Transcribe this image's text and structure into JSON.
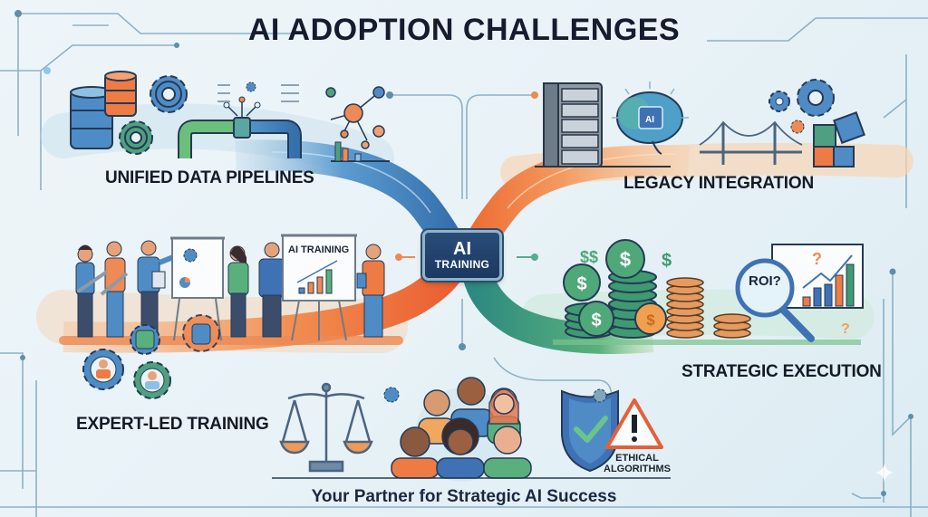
{
  "title": "AI ADOPTION CHALLENGES",
  "hub": {
    "line1": "AI",
    "line2": "TRAINING"
  },
  "quadrants": {
    "top_left": {
      "label": "UNIFIED DATA PIPELINES",
      "icons": [
        "database-icon",
        "gear-icon",
        "pipe-icon",
        "network-graph-icon",
        "bar-chart-icon"
      ]
    },
    "top_right": {
      "label": "LEGACY INTEGRATION",
      "icons": [
        "server-rack-icon",
        "ai-brain-icon",
        "bridge-icon",
        "gear-icon",
        "puzzle-icon"
      ],
      "chip_label": "AI"
    },
    "mid_left": {
      "label": "EXPERT-LED TRAINING",
      "board_label": "AI TRAINING",
      "icons": [
        "team-people-icon",
        "presentation-board-icon",
        "gear-person-icon"
      ]
    },
    "mid_right": {
      "label": "STRATEGIC EXECUTION",
      "roi_label": "ROI?",
      "icons": [
        "dollar-coins-icon",
        "coin-stack-icon",
        "magnifier-icon",
        "growth-chart-icon",
        "question-icon"
      ]
    },
    "bottom": {
      "ethical_label_1": "ETHICAL",
      "ethical_label_2": "ALGORITHMS",
      "icons": [
        "scales-icon",
        "diverse-people-icon",
        "shield-check-icon",
        "warning-icon"
      ]
    }
  },
  "tagline": "Your Partner for Strategic AI Success",
  "colors": {
    "blue_path": "#3f7fb8",
    "orange_path": "#ef7a3e",
    "green_path": "#3e9a86",
    "hub_bg": "#1f3e68",
    "circuit": "#6a98b0",
    "background": "#e8f2f7"
  }
}
